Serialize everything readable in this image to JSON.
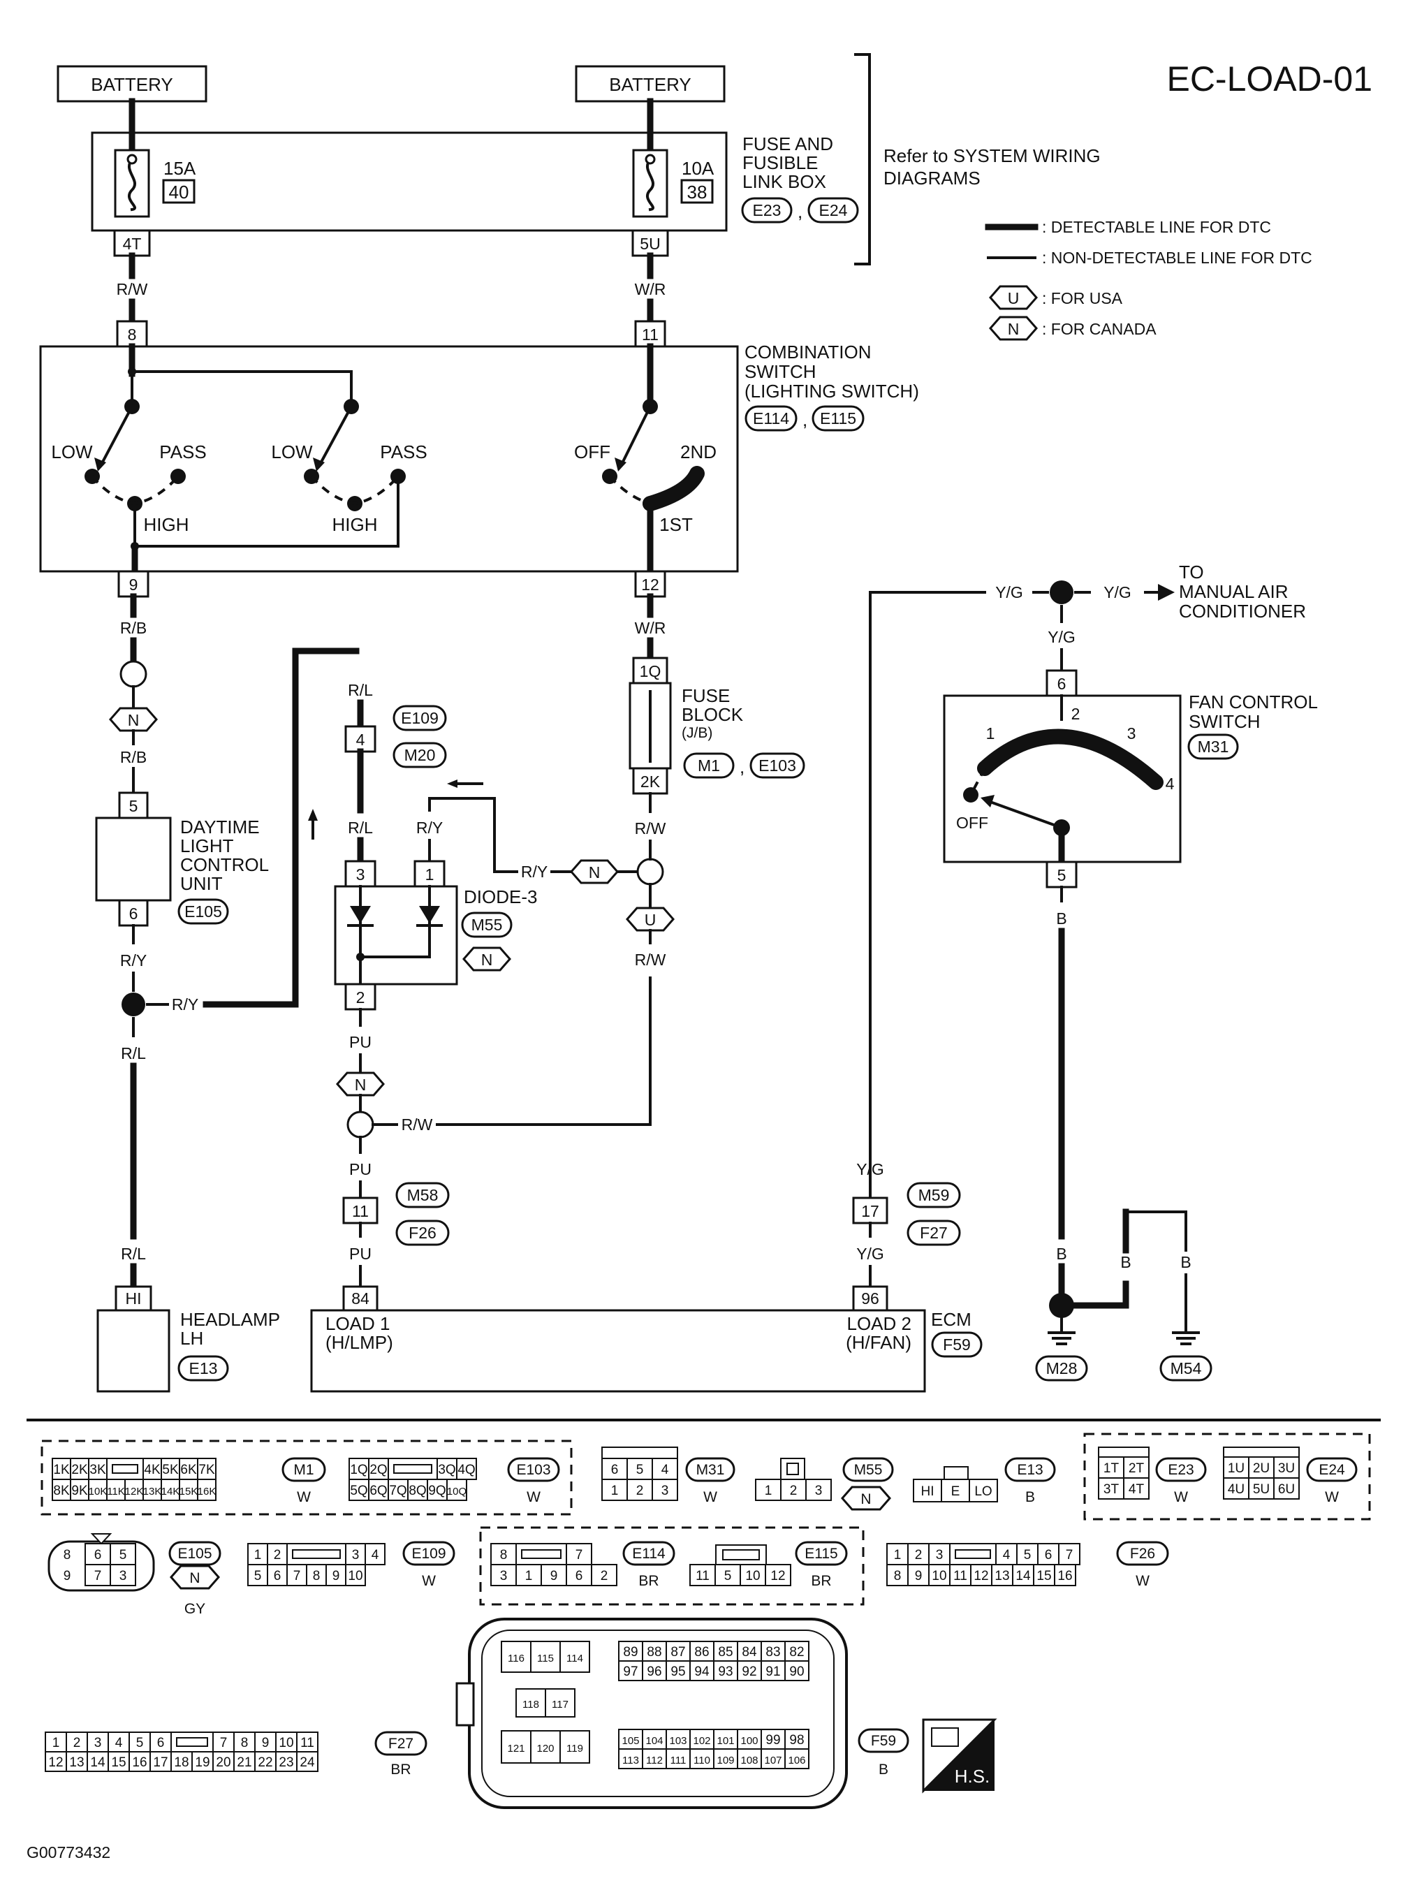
{
  "title": "EC-LOAD-01",
  "footer_code": "G00773432",
  "refer_text": [
    "Refer to SYSTEM WIRING",
    "DIAGRAMS"
  ],
  "legend": {
    "detectable": ": DETECTABLE LINE FOR DTC",
    "non_detectable": ": NON-DETECTABLE LINE FOR DTC",
    "usa_tag": "U",
    "usa_text": ": FOR USA",
    "canada_tag": "N",
    "canada_text": ": FOR CANADA"
  },
  "components": {
    "battery_left": "BATTERY",
    "battery_right": "BATTERY",
    "fuse_box": [
      "FUSE AND",
      "FUSIBLE",
      "LINK BOX"
    ],
    "fuse_box_conn": [
      "E23",
      "E24"
    ],
    "fuse_15a": {
      "rating": "15A",
      "number": "40"
    },
    "fuse_10a": {
      "rating": "10A",
      "number": "38"
    },
    "combination_switch": [
      "COMBINATION",
      "SWITCH",
      "(LIGHTING SWITCH)"
    ],
    "combination_switch_conn": [
      "E114",
      "E115"
    ],
    "daytime_light": [
      "DAYTIME",
      "LIGHT",
      "CONTROL",
      "UNIT"
    ],
    "daytime_light_conn": "E105",
    "fuse_block": [
      "FUSE",
      "BLOCK",
      "(J/B)"
    ],
    "fuse_block_conn": [
      "M1",
      "E103"
    ],
    "diode": "DIODE-3",
    "diode_conn": "M55",
    "fan_control": [
      "FAN CONTROL",
      "SWITCH"
    ],
    "fan_control_conn": "M31",
    "manual_ac": [
      "TO",
      "MANUAL AIR",
      "CONDITIONER"
    ],
    "headlamp": [
      "HEADLAMP",
      "LH"
    ],
    "headlamp_conn": "E13",
    "ecm": "ECM",
    "ecm_conn": "F59",
    "ecm_load1": [
      "LOAD 1",
      "(H/LMP)"
    ],
    "ecm_load2": [
      "LOAD 2",
      "(H/FAN)"
    ],
    "ground_left": "M28",
    "ground_right": "M54",
    "hs_label": "H.S."
  },
  "switch_labels": {
    "low": "LOW",
    "pass": "PASS",
    "high": "HIGH",
    "off": "OFF",
    "first": "1ST",
    "second": "2ND"
  },
  "fan_labels": {
    "off": "OFF",
    "s1": "1",
    "s2": "2",
    "s3": "3",
    "s4": "4"
  },
  "terminals": {
    "t4T": "4T",
    "t5U": "5U",
    "t8": "8",
    "t11": "11",
    "t9": "9",
    "t12": "12",
    "t1Q": "1Q",
    "t2K": "2K",
    "t5": "5",
    "t6": "6",
    "t4": "4",
    "t3": "3",
    "t1": "1",
    "t2": "2",
    "t6fan": "6",
    "t5fan": "5",
    "t11m58": "11",
    "t17": "17",
    "tHI": "HI",
    "t84": "84",
    "t96": "96"
  },
  "wires": {
    "rw": "R/W",
    "wr": "W/R",
    "rb": "R/B",
    "rl": "R/L",
    "ry": "R/Y",
    "pu": "PU",
    "yg": "Y/G",
    "b": "B"
  },
  "connector_tags": {
    "e109": "E109",
    "m20": "M20",
    "m58": "M58",
    "f26": "F26",
    "m59": "M59",
    "f27": "F27",
    "n": "N",
    "u": "U"
  },
  "connector_tables": {
    "m1": {
      "id": "M1",
      "color": "W",
      "top": [
        "1K",
        "2K",
        "3K",
        "",
        "4K",
        "5K",
        "6K",
        "7K"
      ],
      "bot": [
        "8K",
        "9K",
        "10K",
        "11K",
        "12K",
        "13K",
        "14K",
        "15K",
        "16K"
      ]
    },
    "e103": {
      "id": "E103",
      "color": "W",
      "top": [
        "1Q",
        "2Q",
        "",
        "3Q",
        "4Q"
      ],
      "bot": [
        "5Q",
        "6Q",
        "7Q",
        "8Q",
        "9Q",
        "10Q"
      ]
    },
    "m31": {
      "id": "M31",
      "color": "W",
      "top": [
        "6",
        "5",
        "4"
      ],
      "bot": [
        "1",
        "2",
        "3"
      ]
    },
    "m55": {
      "id": "M55",
      "tag": "N",
      "bot": [
        "1",
        "2",
        "3"
      ]
    },
    "e13": {
      "id": "E13",
      "color": "B",
      "cells": [
        "HI",
        "E",
        "LO"
      ]
    },
    "e23": {
      "id": "E23",
      "color": "W",
      "top": [
        "1T",
        "2T"
      ],
      "bot": [
        "3T",
        "4T"
      ]
    },
    "e24": {
      "id": "E24",
      "color": "W",
      "top": [
        "1U",
        "2U",
        "3U"
      ],
      "bot": [
        "4U",
        "5U",
        "6U"
      ]
    },
    "e105": {
      "id": "E105",
      "tag": "N",
      "color": "GY",
      "top": [
        "8",
        "6",
        "5"
      ],
      "bot": [
        "9",
        "7",
        "3"
      ]
    },
    "e109": {
      "id": "E109",
      "color": "W",
      "top": [
        "1",
        "2",
        "",
        "3",
        "4"
      ],
      "bot": [
        "5",
        "6",
        "7",
        "8",
        "9",
        "10"
      ]
    },
    "e114": {
      "id": "E114",
      "color": "BR",
      "top": [
        "8",
        "",
        "7"
      ],
      "bot": [
        "3",
        "1",
        "9",
        "6",
        "2"
      ]
    },
    "e115": {
      "id": "E115",
      "color": "BR",
      "bot": [
        "11",
        "5",
        "10",
        "12"
      ]
    },
    "f26": {
      "id": "F26",
      "color": "W",
      "top": [
        "1",
        "2",
        "3",
        "",
        "4",
        "5",
        "6",
        "7"
      ],
      "bot": [
        "8",
        "9",
        "10",
        "11",
        "12",
        "13",
        "14",
        "15",
        "16"
      ]
    },
    "f27": {
      "id": "F27",
      "color": "BR",
      "top": [
        "1",
        "2",
        "3",
        "4",
        "5",
        "6",
        "",
        "7",
        "8",
        "9",
        "10",
        "11"
      ],
      "bot": [
        "12",
        "13",
        "14",
        "15",
        "16",
        "17",
        "18",
        "19",
        "20",
        "21",
        "22",
        "23",
        "24"
      ]
    },
    "f59": {
      "id": "F59",
      "color": "B",
      "a1": [
        "116",
        "115",
        "114"
      ],
      "a2": [
        "118",
        "117"
      ],
      "a3": [
        "121",
        "120",
        "119"
      ],
      "b1": [
        "89",
        "88",
        "87",
        "86",
        "85",
        "84",
        "83",
        "82"
      ],
      "b2": [
        "97",
        "96",
        "95",
        "94",
        "93",
        "92",
        "91",
        "90"
      ],
      "c1": [
        "105",
        "104",
        "103",
        "102",
        "101",
        "100",
        "99",
        "98"
      ],
      "c2": [
        "113",
        "112",
        "111",
        "110",
        "109",
        "108",
        "107",
        "106"
      ]
    }
  }
}
